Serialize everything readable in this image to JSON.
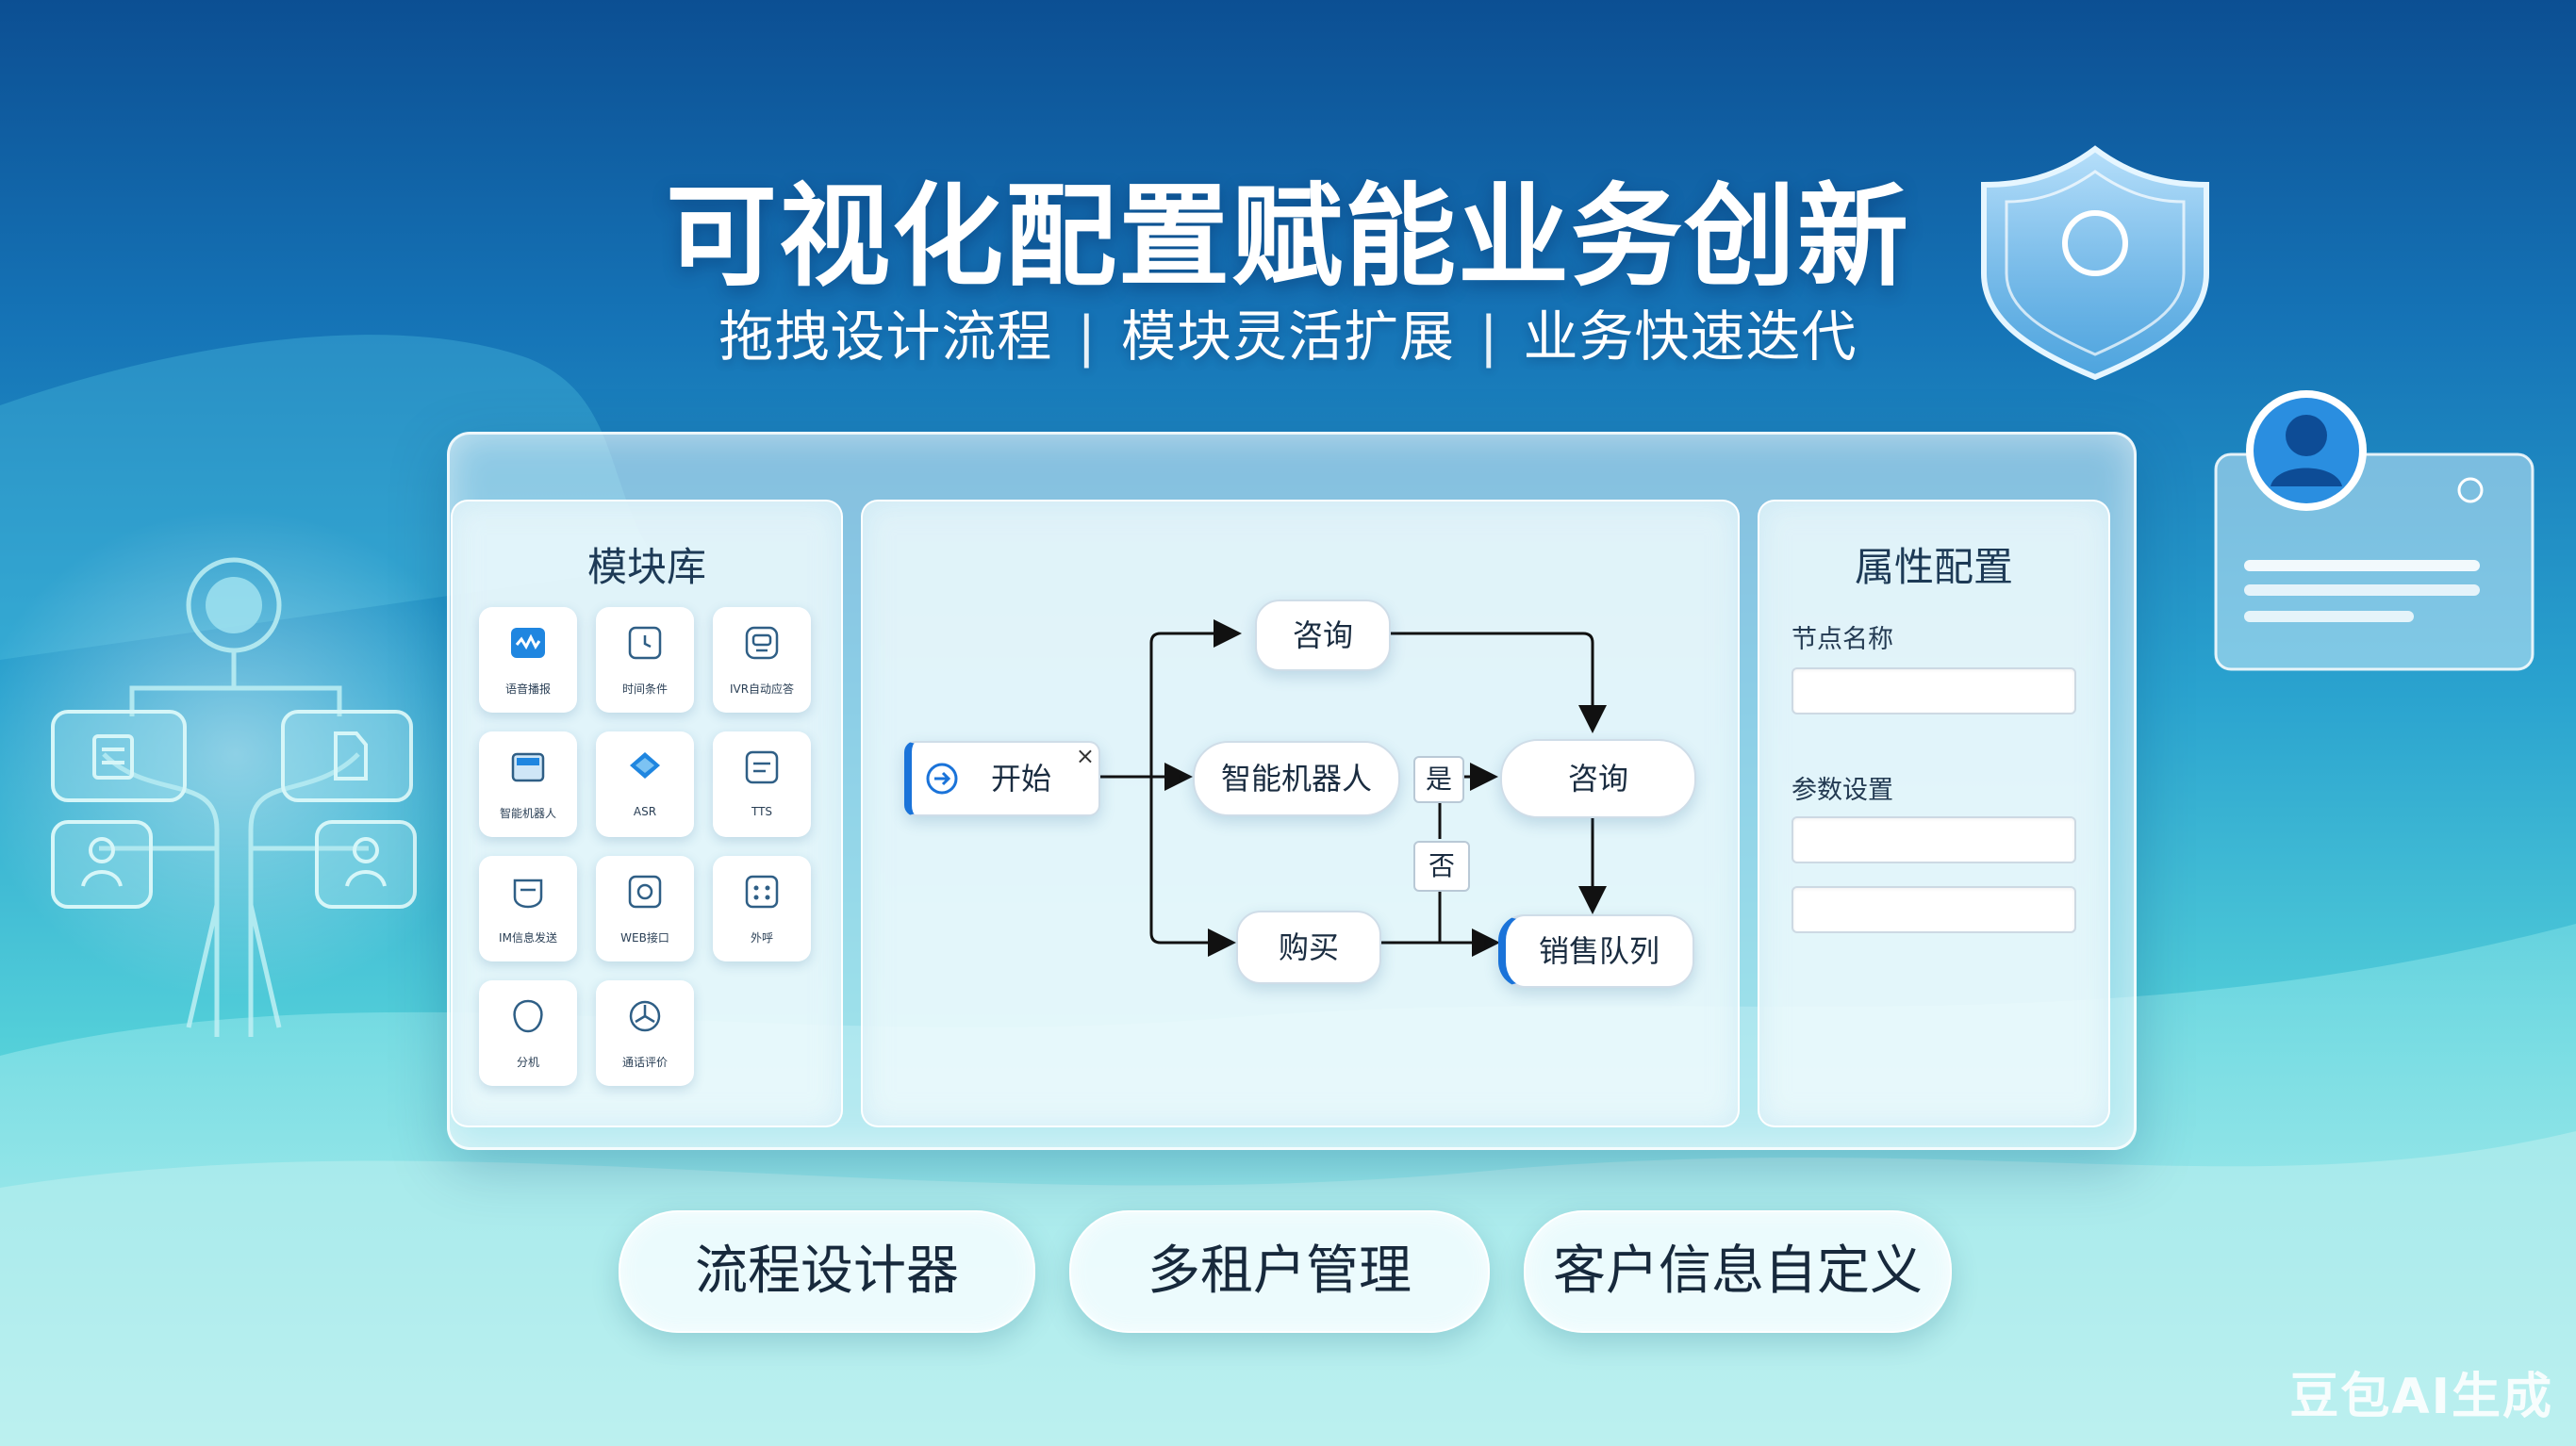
{
  "hero": {
    "title": "可视化配置赋能业务创新",
    "subtitle_parts": [
      "拖拽设计流程",
      "模块灵活扩展",
      "业务快速迭代"
    ],
    "separator": "|"
  },
  "module_library": {
    "title": "模块库",
    "items": [
      {
        "label": "语音播报",
        "icon": "waveform-icon"
      },
      {
        "label": "时间条件",
        "icon": "clock-icon"
      },
      {
        "label": "IVR自动应答",
        "icon": "ivr-icon"
      },
      {
        "label": "智能机器人",
        "icon": "robot-icon"
      },
      {
        "label": "ASR",
        "icon": "asr-icon"
      },
      {
        "label": "TTS",
        "icon": "tts-icon"
      },
      {
        "label": "IM信息发送",
        "icon": "message-icon"
      },
      {
        "label": "WEB接口",
        "icon": "web-icon"
      },
      {
        "label": "外呼",
        "icon": "outbound-call-icon"
      },
      {
        "label": "分机",
        "icon": "extension-icon"
      },
      {
        "label": "通话评价",
        "icon": "rating-icon"
      }
    ]
  },
  "flow": {
    "start": "开始",
    "close_symbol": "×",
    "consult_top": "咨询",
    "robot": "智能机器人",
    "yes": "是",
    "no": "否",
    "consult_right": "咨询",
    "purchase": "购买",
    "sales_queue": "销售队列"
  },
  "properties": {
    "title": "属性配置",
    "node_name_label": "节点名称",
    "param_label": "参数设置",
    "node_name_value": "",
    "param_value_1": "",
    "param_value_2": ""
  },
  "pills": [
    "流程设计器",
    "多租户管理",
    "客户信息自定义"
  ],
  "watermark": "豆包AI生成",
  "colors": {
    "accent": "#1a73d9",
    "background_top": "#0c4f93",
    "background_bottom": "#8fe6e6"
  }
}
